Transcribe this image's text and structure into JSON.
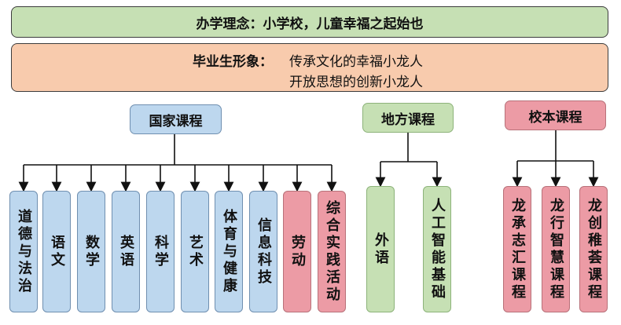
{
  "philosophy": "办学理念：小学校，儿童幸福之起始也",
  "graduate_profile": {
    "label": "毕业生形象：",
    "line1": "传承文化的幸福小龙人",
    "line2": "开放思想的创新小龙人"
  },
  "national": {
    "title": "国家课程",
    "leaves": [
      "道德与法治",
      "语文",
      "数学",
      "英语",
      "科学",
      "艺术",
      "体育与健康",
      "信息科技",
      "劳动",
      "综合实践活动"
    ]
  },
  "local": {
    "title": "地方课程",
    "leaves": [
      "外语",
      "人工智能基础"
    ]
  },
  "school": {
    "title": "校本课程",
    "leaves": [
      "龙承志汇课程",
      "龙行智慧课程",
      "龙创稚荟课程"
    ]
  },
  "colors": {
    "blue": "#bdd7ee",
    "green": "#c6e0b4",
    "red": "#ec9ba5",
    "peach": "#f8cbad"
  }
}
